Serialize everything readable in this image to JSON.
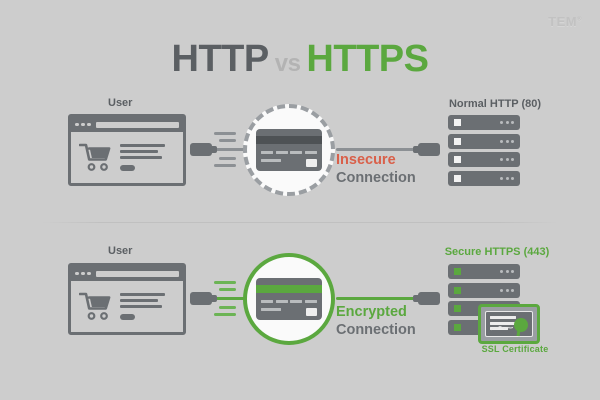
{
  "watermark": {
    "text": "TEM"
  },
  "title": {
    "left": "HTTP",
    "middle": "vs",
    "right": "HTTPS"
  },
  "colors": {
    "background": "#cdcdcd",
    "dark_gray": "#6b6f73",
    "title_gray": "#5b5f63",
    "green": "#5ba83f",
    "red": "#d9604a",
    "light_gray": "#b3b3b3"
  },
  "rows": [
    {
      "id": "http-insecure",
      "user_label": "User",
      "connection": {
        "state": "Insecure",
        "word": "Connection",
        "state_color": "#d9604a",
        "circle_style": "dashed",
        "cable_color": "#8c9094"
      },
      "server_label": "Normal HTTP (80)",
      "server_label_color": "#5b5f63",
      "server_count": 4,
      "server_led_color": "#f2f2f2",
      "card_stripe_color": "#4e5255",
      "ssl_certificate": null
    },
    {
      "id": "https-secure",
      "user_label": "User",
      "connection": {
        "state": "Encrypted",
        "word": "Connection",
        "state_color": "#5ba83f",
        "circle_style": "solid",
        "cable_color": "#5ba83f"
      },
      "server_label": "Secure HTTPS (443)",
      "server_label_color": "#5ba83f",
      "server_count": 4,
      "server_led_color": "#5ba83f",
      "card_stripe_color": "#5ba83f",
      "ssl_certificate": {
        "label": "SSL Certificate"
      }
    }
  ],
  "icons": {
    "browser": "browser-window-icon",
    "cart": "shopping-cart-icon",
    "plug": "plug-connector-icon",
    "card": "credit-card-icon",
    "server": "server-rack-icon",
    "certificate": "ssl-certificate-icon",
    "seal": "certificate-seal-icon"
  }
}
